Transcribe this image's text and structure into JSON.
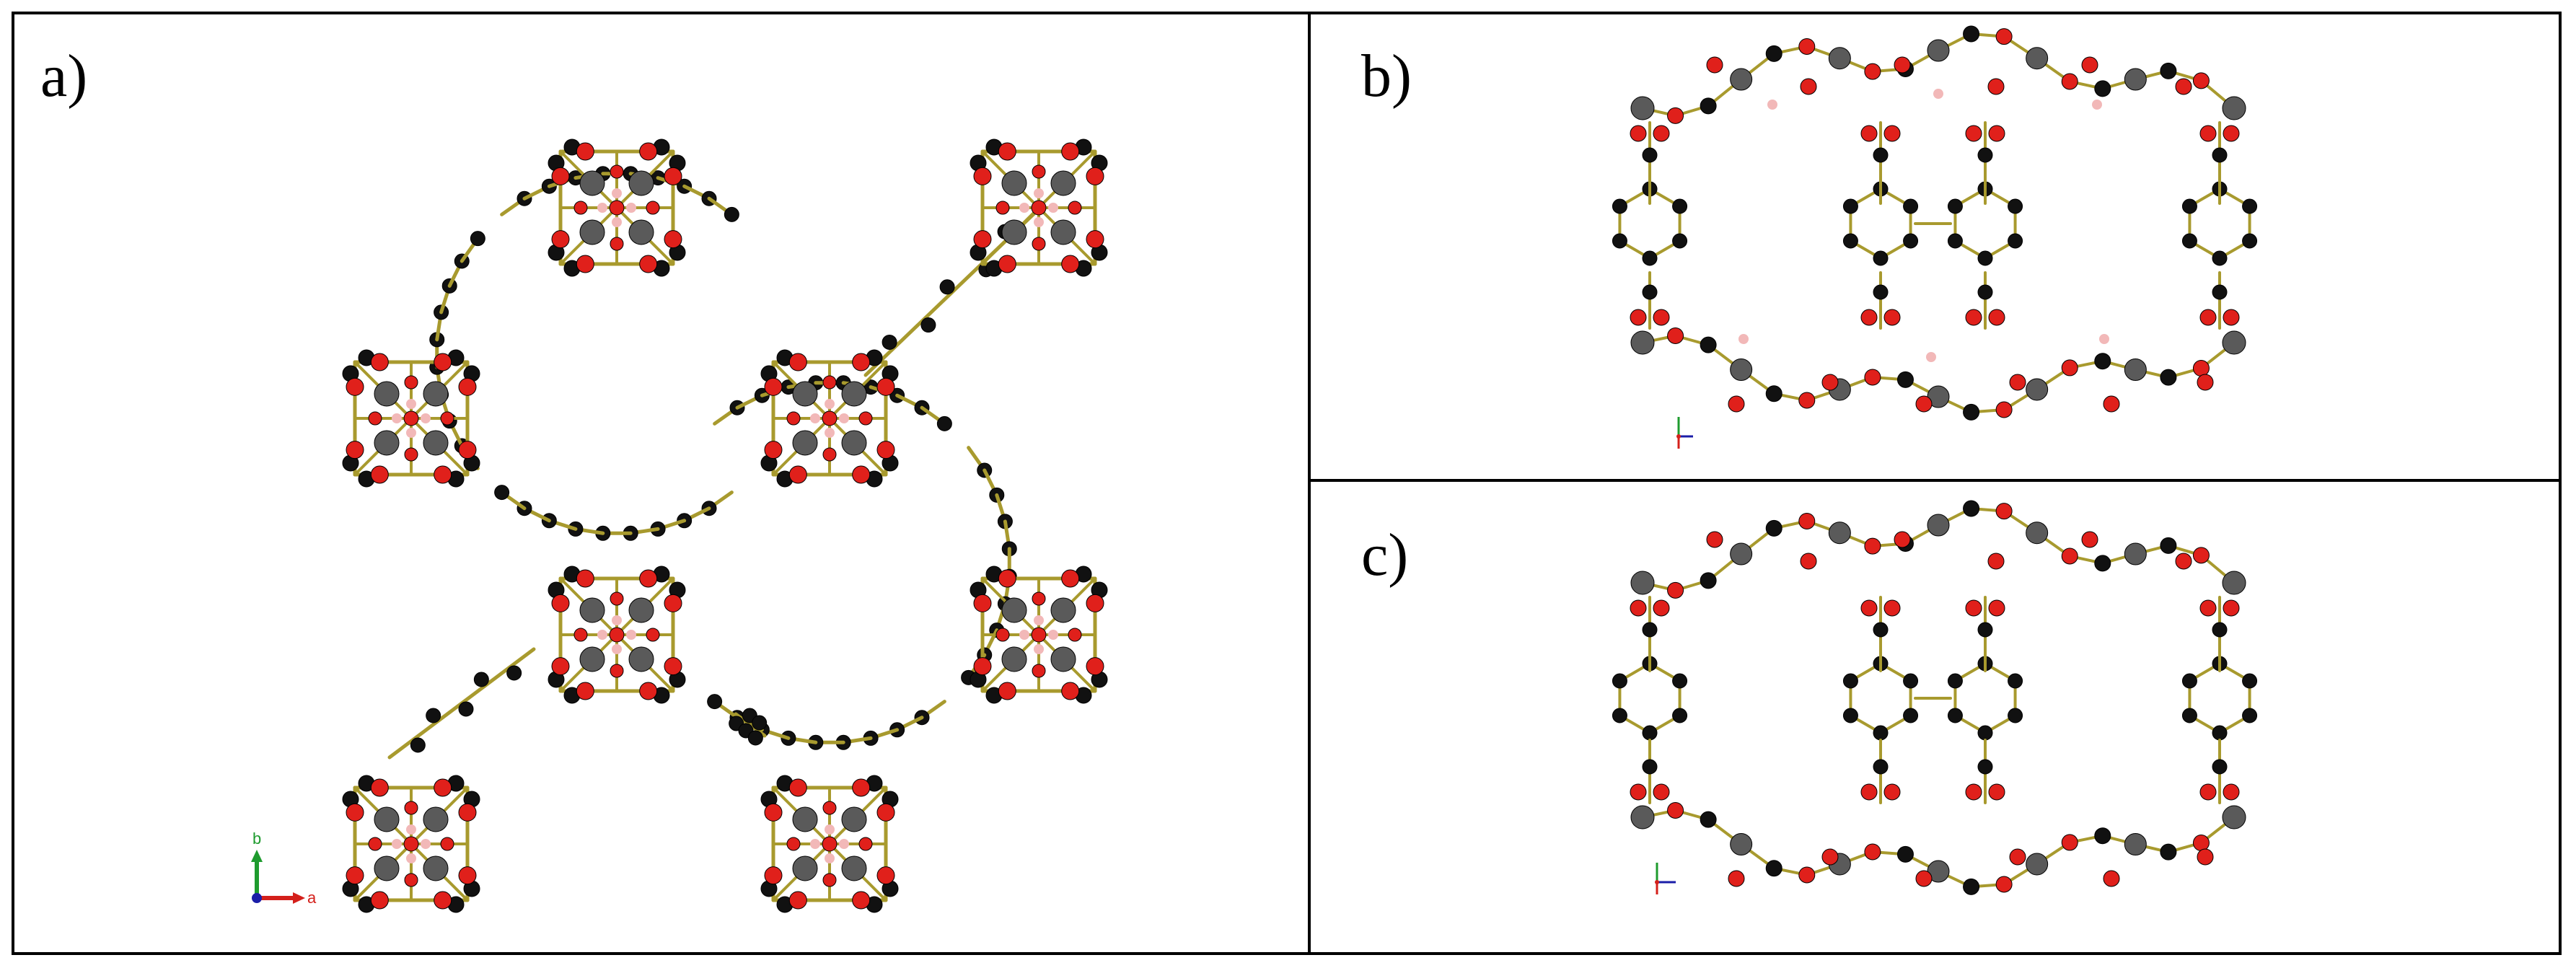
{
  "panels": [
    {
      "id": "a",
      "label": "a)",
      "axes": {
        "up": "b",
        "right": "a"
      }
    },
    {
      "id": "b",
      "label": "b)"
    },
    {
      "id": "c",
      "label": "c)"
    }
  ],
  "colors": {
    "carbon": "#111111",
    "oxygen": "#e0201b",
    "metal": "#5a5a5a",
    "hydrogen": "#f2b8b8",
    "bond": "#a89a2e",
    "axis_green": "#1e9b2e",
    "axis_red": "#d4201b",
    "axis_blue": "#1b1ea8"
  }
}
